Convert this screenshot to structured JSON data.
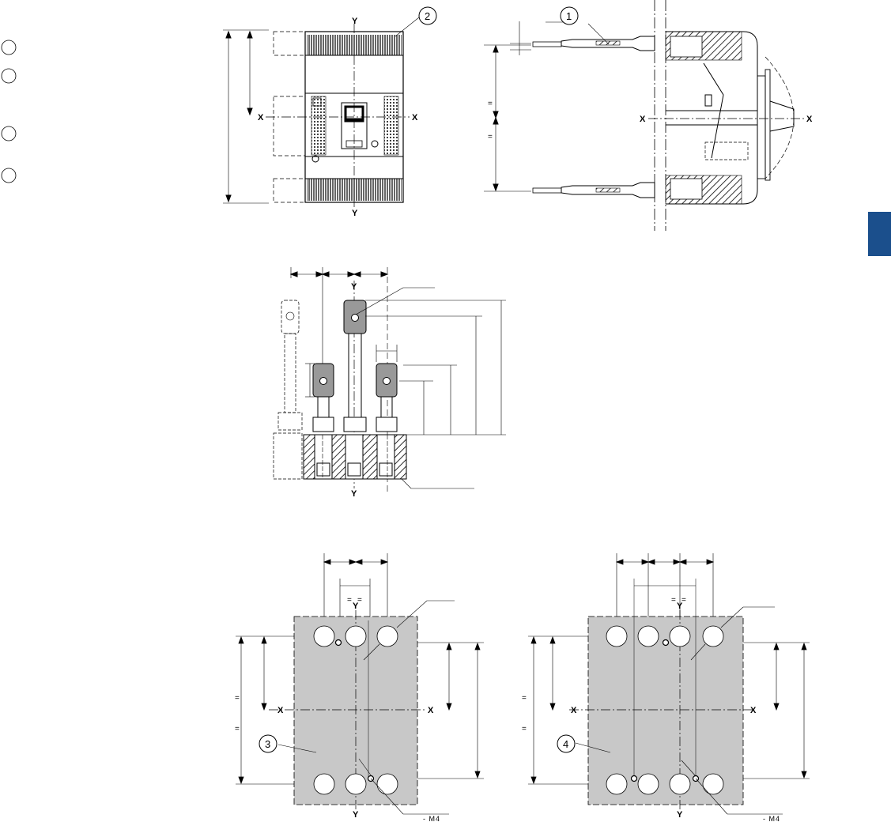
{
  "callouts": {
    "c1": "1",
    "c2": "2",
    "c3": "3",
    "c4": "4"
  },
  "axes": {
    "x": "X",
    "y": "Y"
  },
  "equal_mark": "=",
  "thread_note": "- M4",
  "colors": {
    "plate": "#c8c8c8",
    "tab": "#1b4f8c",
    "hatch": "#000000"
  }
}
